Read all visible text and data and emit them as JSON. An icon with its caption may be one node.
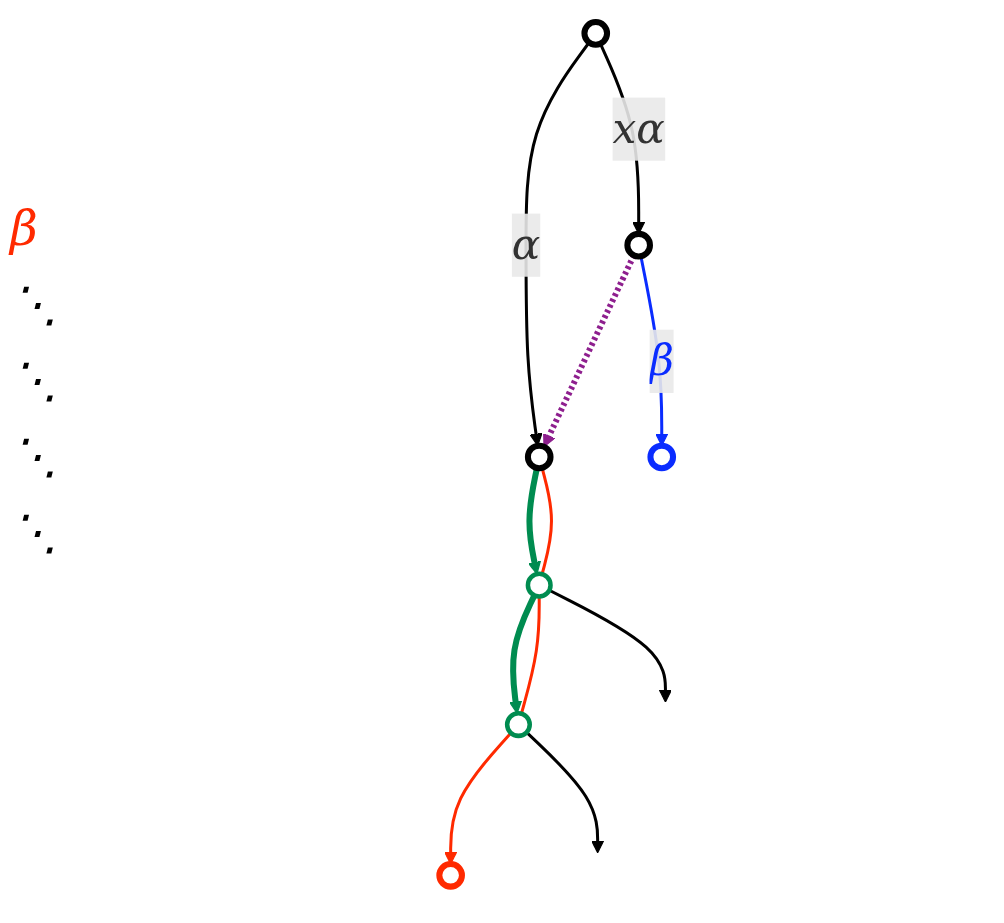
{
  "diagram": {
    "nodes": [
      {
        "text": [],
        "shape": "circle"
      },
      {
        "text": [],
        "shape": "circle"
      },
      {
        "text": [],
        "shape": "circle"
      },
      {
        "text": [],
        "shape": "circle"
      },
      {
        "text": [],
        "shape": "circle"
      },
      {
        "text": [],
        "shape": "circle"
      },
      {
        "text": [],
        "shape": "circle"
      }
    ],
    "edges": [
      {
        "from": 0,
        "to": 1,
        "arrow": "to",
        "label": "α"
      },
      {
        "from": 0,
        "to": 2,
        "arrow": "to",
        "label": "xα"
      },
      {
        "from": 2,
        "to": 1,
        "arrow": "to",
        "style": "dashed",
        "color": "#8e1f8e"
      },
      {
        "from": 1,
        "to": 3,
        "arrow": "to",
        "style": "thick",
        "color": "#008c50"
      },
      {
        "from": 1,
        "to": 3,
        "arrow": "none",
        "color": "#ff2a00"
      },
      {
        "from": 3,
        "to": 4,
        "arrow": "to",
        "style": "thick",
        "color": "#008c50"
      },
      {
        "from": 3,
        "to": 4,
        "arrow": "none",
        "color": "#ff2a00"
      },
      {
        "from": 4,
        "to": 5,
        "arrow": "to",
        "color": "#ff2a00"
      },
      {
        "from": 3,
        "to": null,
        "arrow": "to"
      },
      {
        "from": 4,
        "to": null,
        "arrow": "to"
      },
      {
        "from": 2,
        "to": 6,
        "arrow": "to",
        "label": "β",
        "color": "#0a2cff"
      }
    ],
    "labels": [
      "β",
      "⋱",
      "⋱",
      "⋱",
      "⋱"
    ]
  }
}
